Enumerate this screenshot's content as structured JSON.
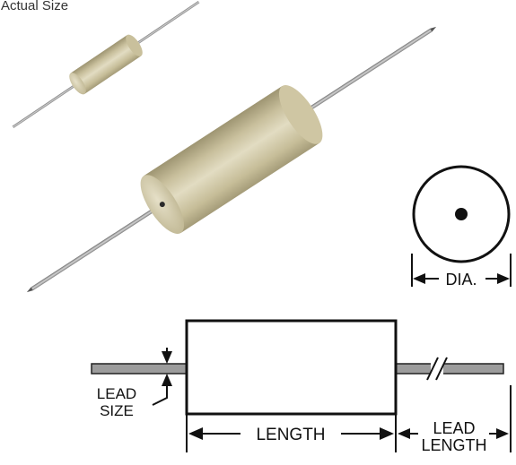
{
  "caption": "Actual Size",
  "labels": {
    "dia": "DIA.",
    "lead_size_line1": "LEAD",
    "lead_size_line2": "SIZE",
    "length": "LENGTH",
    "lead_length_line1": "LEAD",
    "lead_length_line2": "LENGTH"
  },
  "colors": {
    "body_light": "#e2dcc2",
    "body_mid": "#c8bf9c",
    "body_dark": "#9e9572",
    "lead": "#9a9a9a",
    "lead_band": "#9c9c9c",
    "ink": "#111111"
  }
}
